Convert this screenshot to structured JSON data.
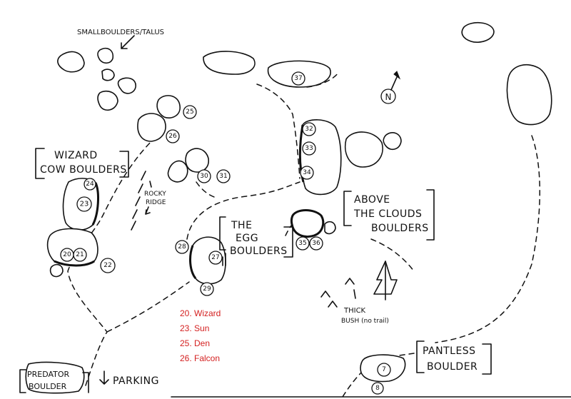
{
  "labels": {
    "small_boulders": "SMALLBOULDERS/TALUS",
    "wizard_1": "WIZARD",
    "wizard_2": "COW BOULDERS",
    "rocky_1": "ROCKY",
    "rocky_2": "RIDGE",
    "egg_1": "THE",
    "egg_2": "EGG",
    "egg_3": "BOULDERS",
    "above_1": "ABOVE",
    "above_2": "THE CLOUDS",
    "above_3": "BOULDERS",
    "thick_1": "THICK",
    "thick_2": "BUSH (no trail)",
    "pantless_1": "PANTLESS",
    "pantless_2": "BOULDER",
    "predator_1": "PREDATOR",
    "predator_2": "BOULDER",
    "parking": "PARKING",
    "north": "N"
  },
  "problems": {
    "n7": "7",
    "n8": "8",
    "n20": "20",
    "n21": "21",
    "n22": "22",
    "n23": "23",
    "n24": "24",
    "n25": "25",
    "n26": "26",
    "n27": "27",
    "n28": "28",
    "n29": "29",
    "n30": "30",
    "n31": "31",
    "n32": "32",
    "n33": "33",
    "n34": "34",
    "n35": "35",
    "n36": "36",
    "n37": "37"
  },
  "legend": {
    "item_1": "20. Wizard",
    "item_2": "23. Sun",
    "item_3": "25. Den",
    "item_4": "26. Falcon",
    "color": "#d42020"
  }
}
